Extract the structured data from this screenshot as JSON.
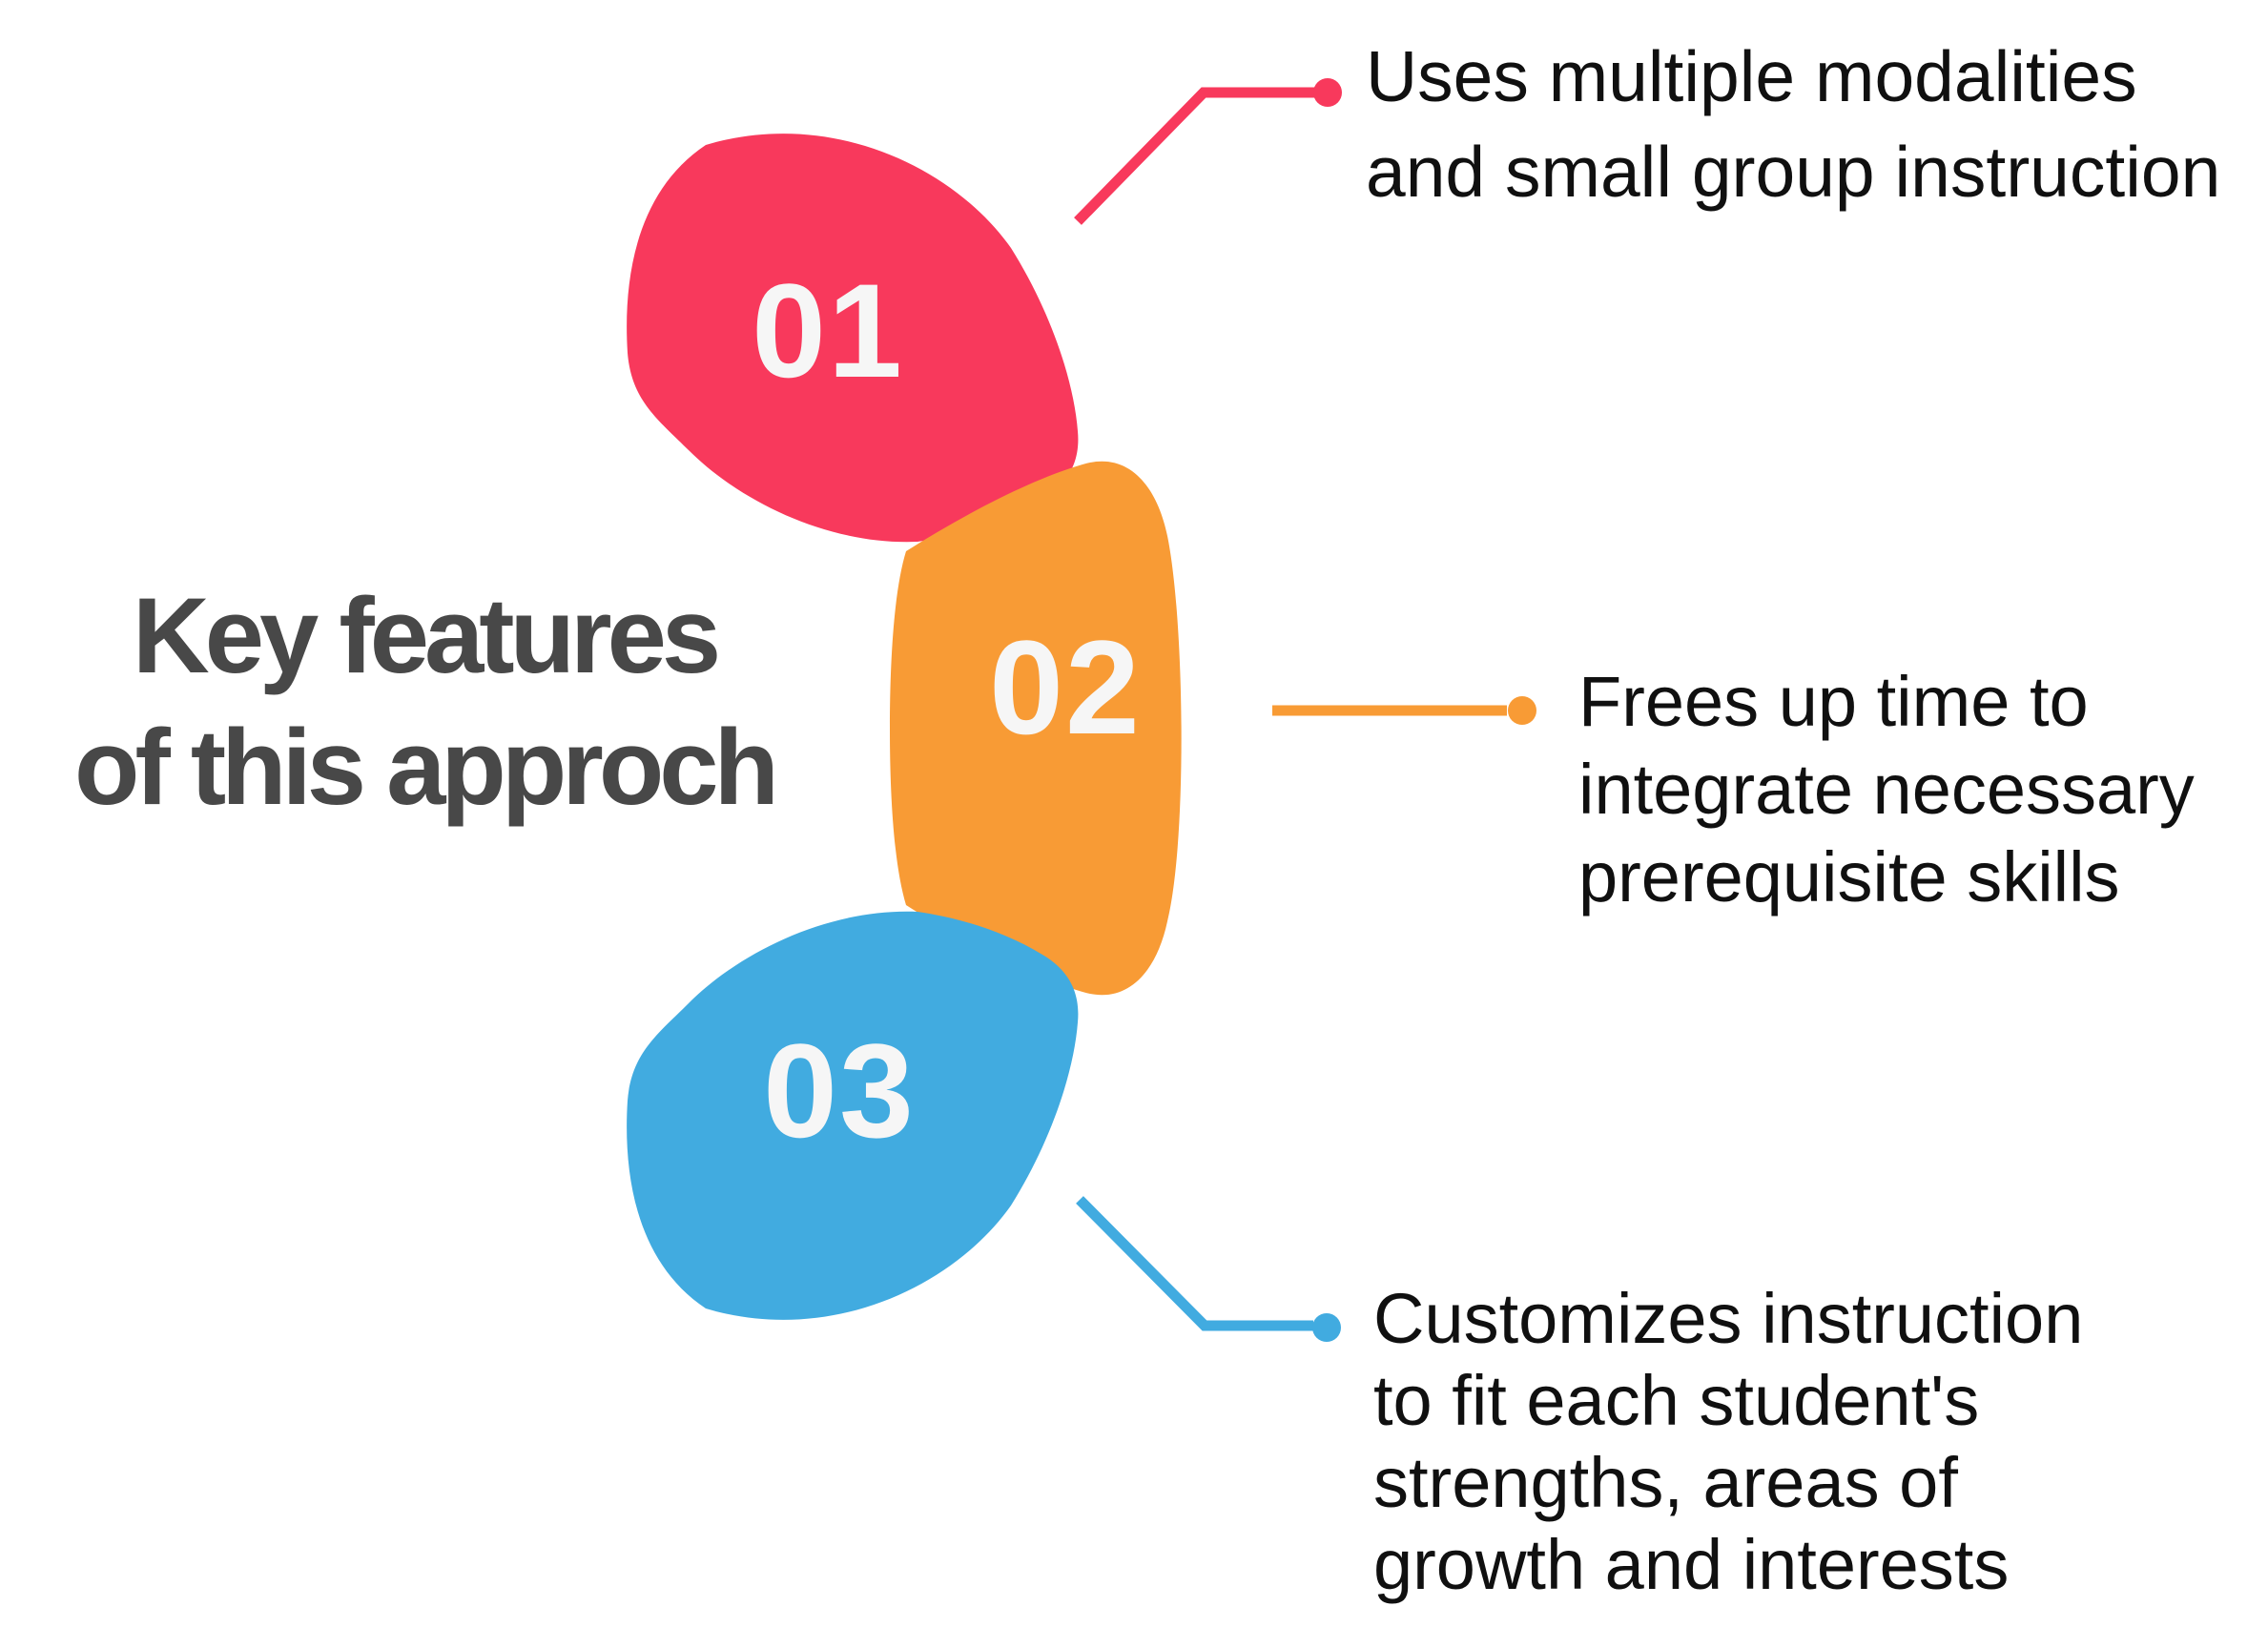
{
  "title": {
    "line1": "Key features",
    "line2": "of this approch",
    "color": "#484848"
  },
  "features": [
    {
      "number": "01",
      "color": "#F8395C",
      "label_lines": [
        "Uses multiple modalities",
        "and small group instruction"
      ]
    },
    {
      "number": "02",
      "color": "#F89B35",
      "label_lines": [
        "Frees up time to",
        "integrate necessary",
        "prerequisite skills"
      ]
    },
    {
      "number": "03",
      "color": "#41ABE0",
      "label_lines": [
        "Customizes instruction",
        "to fit each student's",
        "strengths, areas of",
        "growth and interests"
      ]
    }
  ],
  "colors": {
    "background": "#FFFFFF",
    "number_text": "#F6F6F6",
    "body_text": "#101010",
    "title_text": "#484848"
  }
}
